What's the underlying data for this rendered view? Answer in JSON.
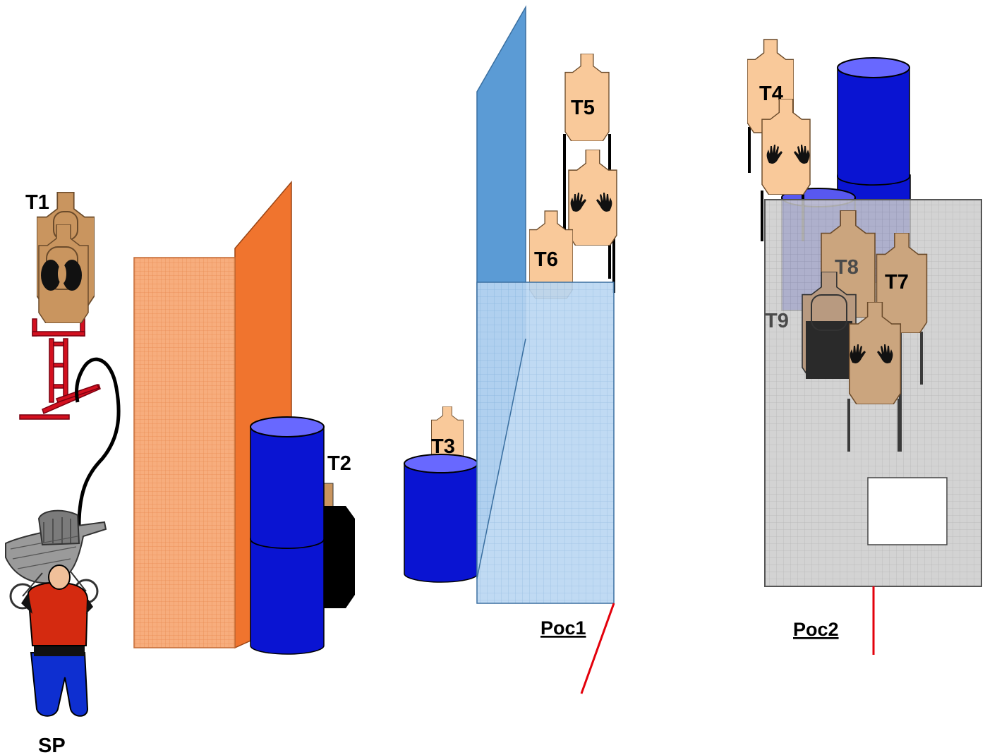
{
  "labels": {
    "t1": "T1",
    "t2": "T2",
    "t3": "T3",
    "t4": "T4",
    "t5": "T5",
    "t6": "T6",
    "t7": "T7",
    "t8": "T8",
    "t9": "T9",
    "sp": "SP",
    "poc1": "Poc1",
    "poc2": "Poc2"
  },
  "colors": {
    "target_tan": "#f9c99a",
    "target_dark_tan": "#cba57e",
    "target_brown": "#c9955f",
    "barrel_blue": "#0a14d2",
    "barrel_top": "#6868ff",
    "orange_wall": "#f0742e",
    "orange_mesh": "#f5a36c",
    "light_blue_wall": "#5b9bd5",
    "mesh_light_blue": "#b7d3ef",
    "grey_mesh": "#c6c6c6",
    "fault_line": "#e3000b",
    "stand_red": "#d3101f"
  }
}
